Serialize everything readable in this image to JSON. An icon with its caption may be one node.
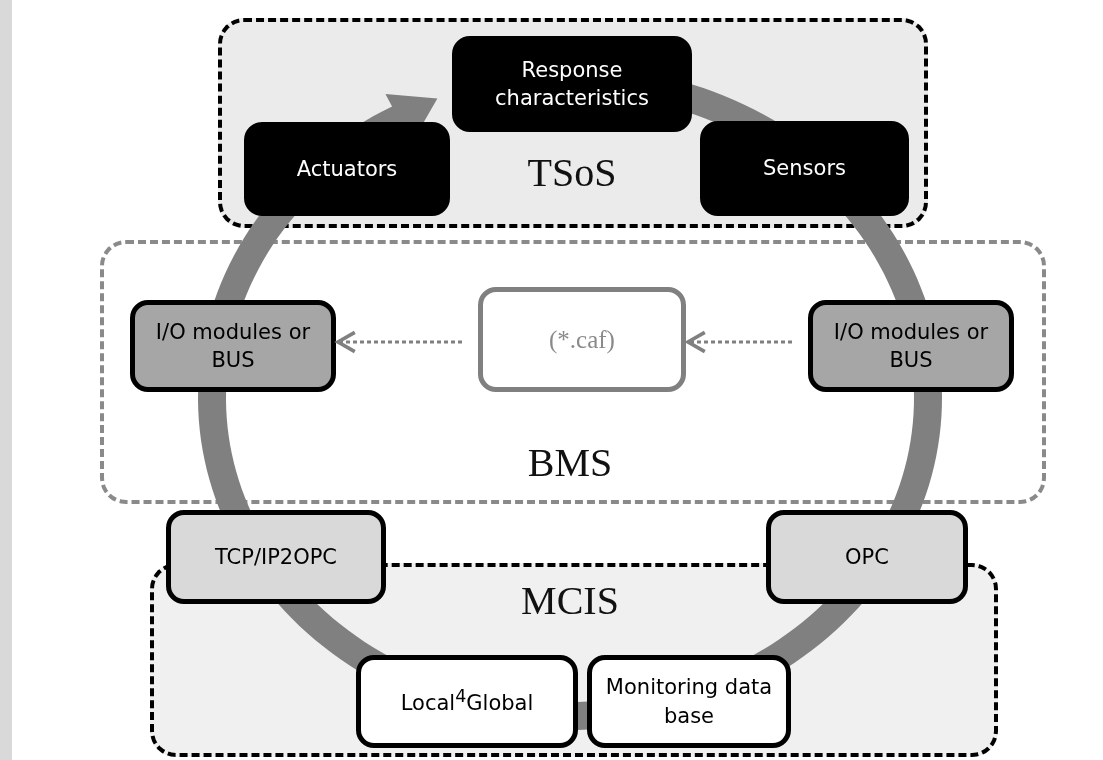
{
  "diagram": {
    "nodes": [
      {
        "text": [
          "TSoS"
        ]
      },
      {
        "text": [
          "Response characteristics"
        ],
        "in": 0
      },
      {
        "text": [
          "Actuators"
        ],
        "in": 0
      },
      {
        "text": [
          "Sensors"
        ],
        "in": 0
      },
      {
        "text": [
          "BMS"
        ]
      },
      {
        "text": [
          "I/O modules or BUS"
        ],
        "in": 4
      },
      {
        "text": [
          "(*.caf)"
        ],
        "in": 4
      },
      {
        "text": [
          "I/O modules or BUS"
        ],
        "in": 4
      },
      {
        "text": [
          "TCP/IP2OPC"
        ]
      },
      {
        "text": [
          "OPC"
        ]
      },
      {
        "text": [
          "MCIS"
        ]
      },
      {
        "text": [
          "Local$^{4}$Global"
        ],
        "in": 10
      },
      {
        "text": [
          "Monitoring data base"
        ],
        "in": 10
      }
    ],
    "edges": [
      {
        "from": 7,
        "to": 6,
        "arrow": "to",
        "style": "dashed"
      },
      {
        "from": 6,
        "to": 5,
        "arrow": "to",
        "style": "dashed"
      }
    ]
  }
}
